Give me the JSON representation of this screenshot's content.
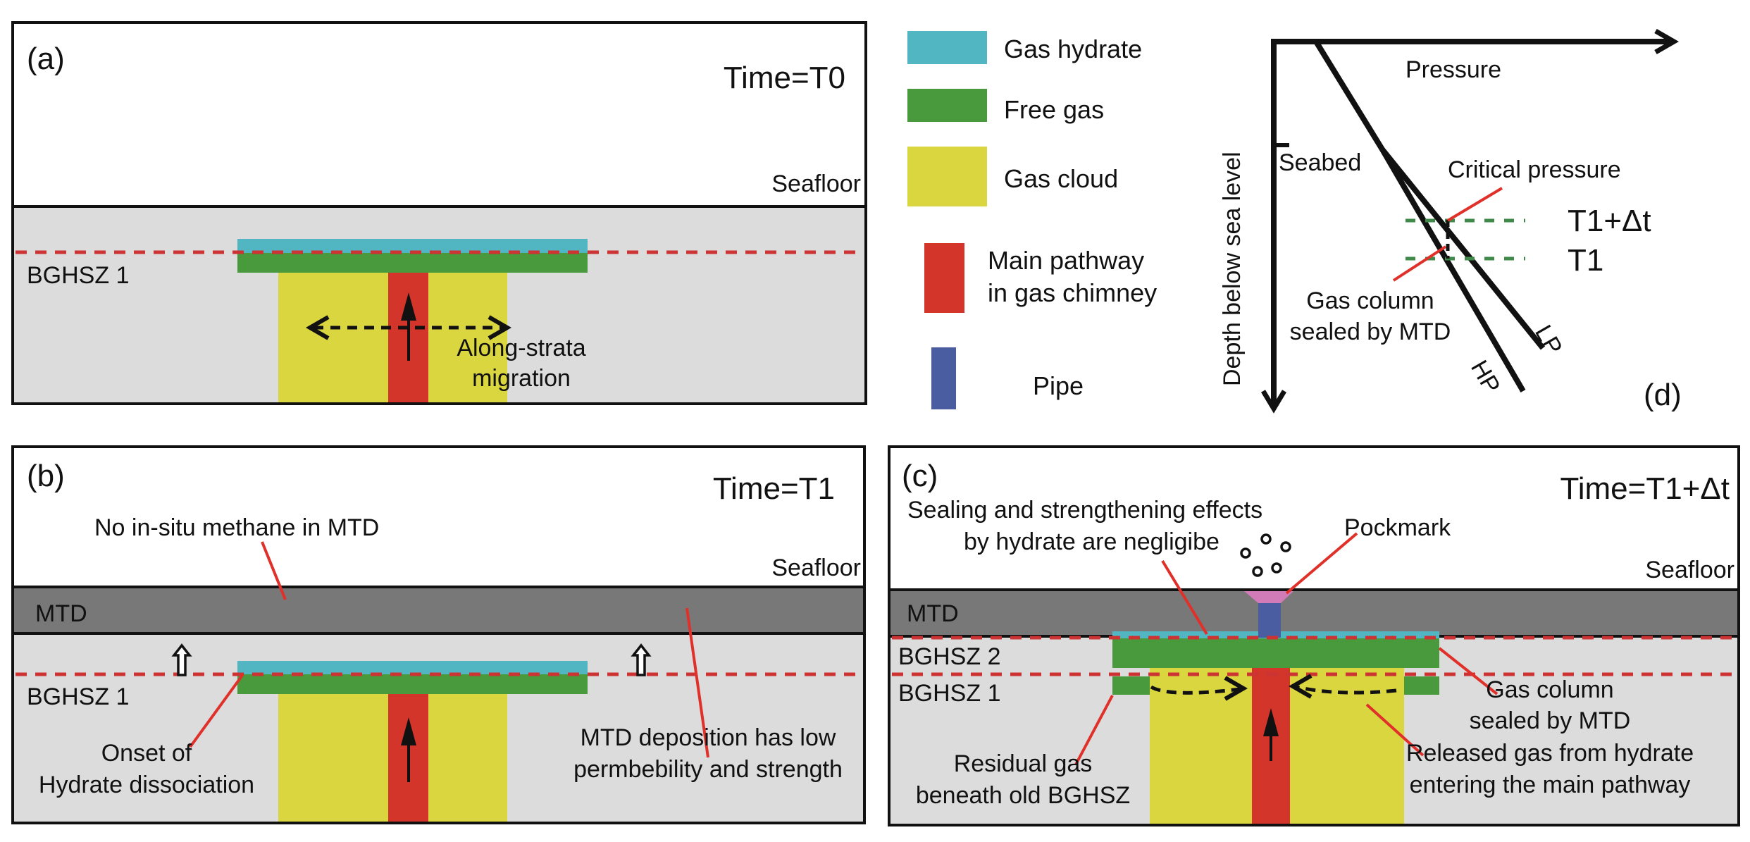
{
  "colors": {
    "hydrate": "#52b6c2",
    "free_gas": "#489a3c",
    "gas_cloud": "#d9d640",
    "pathway": "#d3352b",
    "pipe": "#4a5da0",
    "pockmark": "#d27bb9",
    "sediment": "#dcdcdc",
    "mtd": "#787878",
    "bghsz_line": "#cc3333",
    "leader": "#e0302a",
    "time_line": "#3f8a48",
    "ink": "#111111"
  },
  "legend": [
    {
      "key": "hydrate",
      "label": "Gas hydrate"
    },
    {
      "key": "free_gas",
      "label": "Free gas"
    },
    {
      "key": "gas_cloud",
      "label": "Gas cloud"
    },
    {
      "key": "pathway",
      "label": "Main pathway",
      "label2": "in gas chimney"
    },
    {
      "key": "pipe",
      "label": "Pipe"
    }
  ],
  "panel_a": {
    "tag": "(a)",
    "time": "Time=T0",
    "seafloor": "Seafloor",
    "bghsz": "BGHSZ 1",
    "migration_line1": "Along-strata",
    "migration_line2": "migration"
  },
  "panel_b": {
    "tag": "(b)",
    "time": "Time=T1",
    "seafloor": "Seafloor",
    "mtd": "MTD",
    "bghsz": "BGHSZ 1",
    "note_methane": "No in-situ methane in MTD",
    "note_onset1": "Onset of",
    "note_onset2": "Hydrate dissociation",
    "note_mtd1": "MTD deposition has low",
    "note_mtd2": "permbebility and strength"
  },
  "panel_c": {
    "tag": "(c)",
    "time": "Time=T1+Δt",
    "seafloor": "Seafloor",
    "mtd": "MTD",
    "bghsz2": "BGHSZ 2",
    "bghsz1": "BGHSZ 1",
    "note_sealing1": "Sealing and strengthening effects",
    "note_sealing2": "by hydrate are negligibe",
    "note_pockmark": "Pockmark",
    "note_column1": "Gas column",
    "note_column2": "sealed by MTD",
    "note_residual1": "Residual gas",
    "note_residual2": "beneath old BGHSZ",
    "note_released1": "Released gas from hydrate",
    "note_released2": "entering the main pathway"
  },
  "panel_d": {
    "tag": "(d)",
    "x_axis": "Pressure",
    "y_axis": "Depth below  sea level",
    "seabed": "Seabed",
    "critical": "Critical pressure",
    "t1dt": "T1+Δt",
    "t1": "T1",
    "column1": "Gas column",
    "column2": "sealed by MTD",
    "lp": "LP",
    "hp": "HP"
  }
}
